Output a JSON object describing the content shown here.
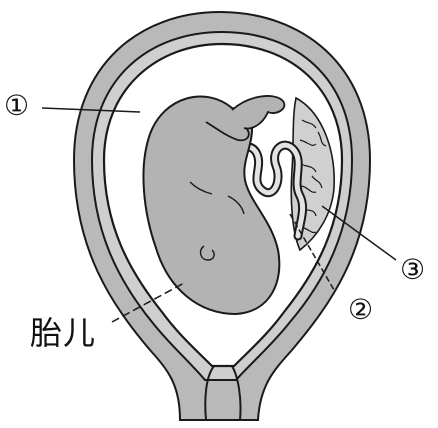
{
  "labels": {
    "label_1": "①",
    "label_2": "②",
    "label_3": "③",
    "fetus": "胎儿"
  },
  "colors": {
    "uterus_wall": "#b9b9b9",
    "outline": "#1a1a1a",
    "fetus_fill": "#b3b3b3",
    "cavity": "#ffffff"
  }
}
